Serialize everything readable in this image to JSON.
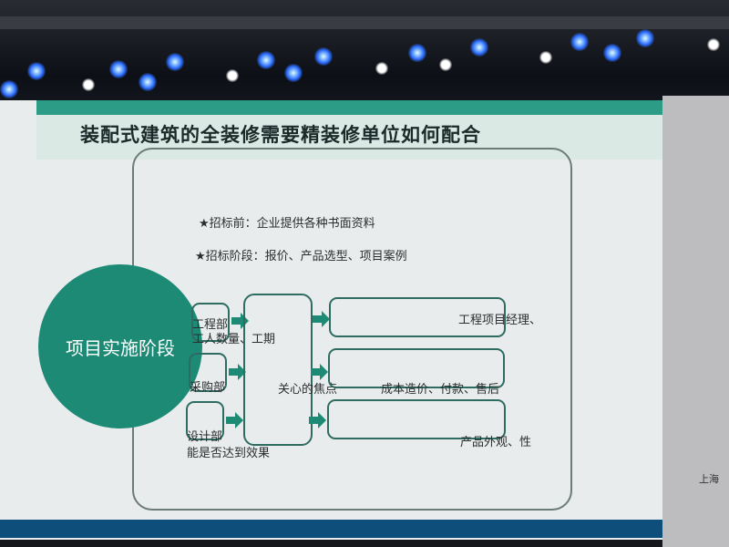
{
  "slide": {
    "title": "装配式建筑的全装修需要精装修单位如何配合",
    "bullets": [
      "★招标前：企业提供各种书面资料",
      "★招标阶段：报价、产品选型、项目案例"
    ],
    "stage": "项目实施阶段",
    "departments": [
      {
        "label": "工程部",
        "note": "工人数量、工期"
      },
      {
        "label": "采购部",
        "note": ""
      },
      {
        "label": "设计部",
        "note": "能是否达到效果"
      }
    ],
    "center_label": "关心的焦点",
    "focus": [
      "工程项目经理、",
      "成本造价、付款、售后",
      "产品外观、性"
    ]
  },
  "side": {
    "text": "上海"
  },
  "colors": {
    "accent": "#1d8a76",
    "footer": "#0d4e7a"
  }
}
